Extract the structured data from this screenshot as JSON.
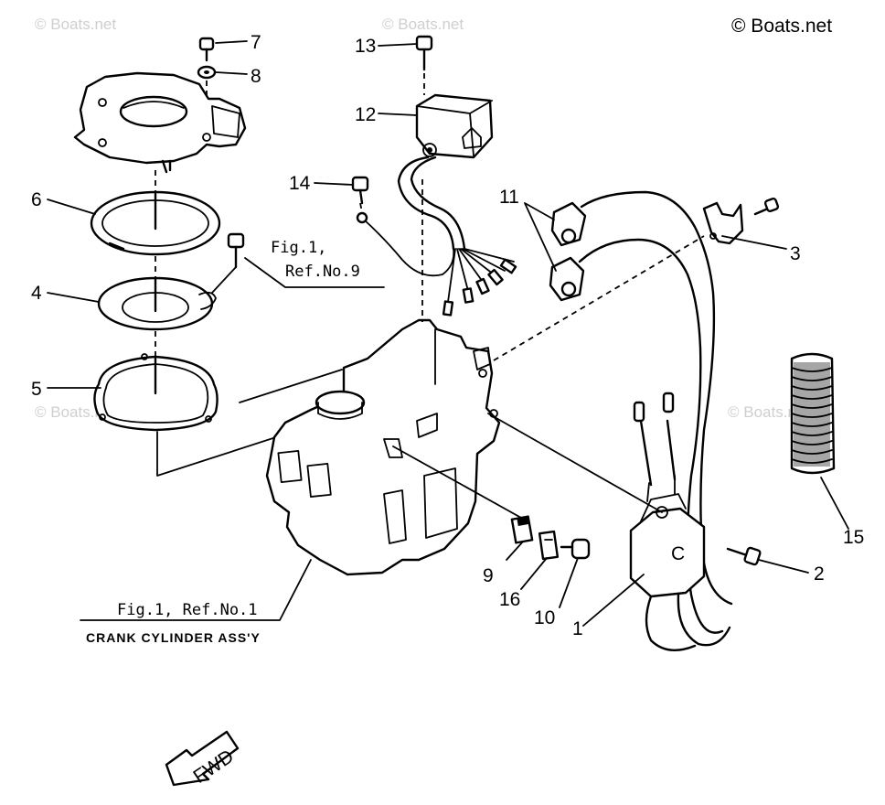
{
  "copyright": "© Boats.net",
  "watermark": "© Boats.net",
  "callouts": {
    "p1": "1",
    "p2": "2",
    "p3": "3",
    "p4": "4",
    "p5": "5",
    "p6": "6",
    "p7": "7",
    "p8": "8",
    "p9": "9",
    "p10": "10",
    "p11": "11",
    "p12": "12",
    "p13": "13",
    "p14": "14",
    "p15": "15",
    "p16": "16"
  },
  "fig_ref_9": {
    "line1": "Fig.1,",
    "line2": "Ref.No.9"
  },
  "fig_ref_1": {
    "line1": "Fig.1, Ref.No.1",
    "line2": "CRANK CYLINDER ASS'Y"
  },
  "fwd_label": "FWD"
}
